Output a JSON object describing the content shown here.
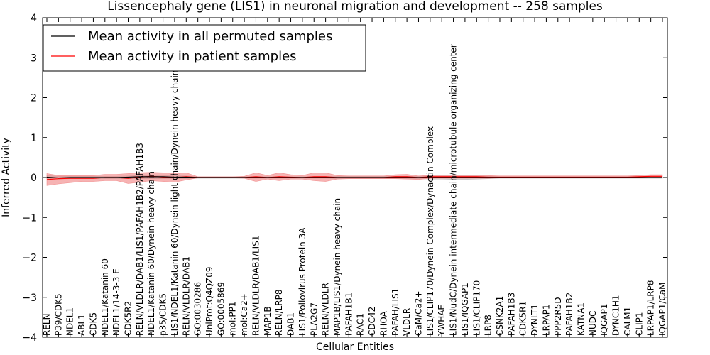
{
  "chart_data": {
    "type": "line",
    "title": "Lissencephaly gene (LIS1) in neuronal migration and development -- 258 samples",
    "xlabel": "Cellular Entities",
    "ylabel": "Inferred Activity",
    "ylim": [
      -4,
      4
    ],
    "yticks": [
      -4,
      -3,
      -2,
      -1,
      0,
      1,
      2,
      3,
      4
    ],
    "ytick_labels": [
      "−4",
      "−3",
      "−2",
      "−1",
      "0",
      "1",
      "2",
      "3",
      "4"
    ],
    "legend_position": "top-left",
    "categories": [
      "RELN",
      "P39/CDK5",
      "NDEL1",
      "ABL1",
      "CDK5",
      "NDEL1/Katanin 60",
      "NDEL1/14-3-3 E",
      "CDK5R2",
      "RELN/VLDLR/DAB1/LIS1/PAFAH1B2/PAFAH1B3",
      "NDEL1/Katanin 60/Dynein heavy chain",
      "p35/CDK5",
      "LIS1/NDEL1/Katanin 60/Dynein light chain/Dynein heavy chain",
      "RELN/VLDLR/DAB1",
      "GO:0030286",
      "UniProt:Q4QZ09",
      "GO:0005869",
      "mol:PP1",
      "mol:Ca2+",
      "RELN/VLDLR/DAB1/LIS1",
      "MAP1B",
      "RELN/LRP8",
      "DAB1",
      "LIS1/Poliovirus Protein 3A",
      "PLA2G7",
      "RELN/VLDLR",
      "MAP1B/LIS1/Dynein heavy chain",
      "PAFAH1B1",
      "RAC1",
      "CDC42",
      "RHOA",
      "PAFAH/LIS1",
      "VLDLR",
      "CaM/Ca2+",
      "LIS1/CLIP170/Dynein Complex/Dynactin Complex",
      "YWHAE",
      "LIS1/NudC/Dynein intermediate chain/microtubule organizing center",
      "LIS1/IQGAP1",
      "LIS1/CLIP170",
      "LRP8",
      "CSNK2A1",
      "PAFAH1B3",
      "CDK5R1",
      "DYNLT1",
      "LRPAP1",
      "PPP2R5D",
      "PAFAH1B2",
      "KATNA1",
      "NUDC",
      "IQGAP1",
      "DYNC1H1",
      "CALM1",
      "CLIP1",
      "LRPAP1/LRP8",
      "IQGAP1/CaM"
    ],
    "series": [
      {
        "name": "Mean activity in all permuted samples",
        "color": "#000000",
        "band_color": "#b3b3b3",
        "values": [
          0.01,
          -0.01,
          0,
          0,
          0,
          0,
          0,
          0.01,
          0.02,
          0.02,
          0.02,
          0.01,
          0.01,
          0,
          0,
          0,
          0,
          0,
          0,
          0,
          0,
          0,
          0,
          0,
          0,
          0,
          0,
          0,
          0,
          0,
          0,
          0,
          0,
          0,
          0,
          0,
          0,
          0,
          0,
          0,
          0,
          0,
          0,
          0,
          0,
          0,
          0,
          0,
          0,
          0,
          0,
          0,
          0,
          0
        ],
        "lower": [
          -0.04,
          -0.04,
          -0.03,
          -0.03,
          -0.03,
          -0.03,
          -0.03,
          -0.03,
          -0.03,
          -0.03,
          -0.03,
          -0.03,
          -0.03,
          -0.02,
          -0.02,
          -0.02,
          -0.02,
          -0.02,
          -0.02,
          -0.02,
          -0.02,
          -0.02,
          -0.02,
          -0.02,
          -0.02,
          -0.03,
          -0.03,
          -0.03,
          -0.03,
          -0.03,
          -0.03,
          -0.03,
          -0.03,
          -0.04,
          -0.04,
          -0.05,
          -0.05,
          -0.04,
          -0.03,
          -0.02,
          -0.02,
          -0.02,
          -0.02,
          -0.02,
          -0.02,
          -0.02,
          -0.02,
          -0.02,
          -0.02,
          -0.02,
          -0.02,
          -0.02,
          -0.02,
          -0.02
        ],
        "upper": [
          0.05,
          0.03,
          0.03,
          0.03,
          0.03,
          0.03,
          0.03,
          0.04,
          0.05,
          0.05,
          0.05,
          0.04,
          0.04,
          0.02,
          0.02,
          0.02,
          0.02,
          0.02,
          0.02,
          0.02,
          0.02,
          0.02,
          0.02,
          0.02,
          0.02,
          0.03,
          0.03,
          0.03,
          0.03,
          0.03,
          0.03,
          0.03,
          0.03,
          0.04,
          0.04,
          0.04,
          0.04,
          0.04,
          0.03,
          0.02,
          0.02,
          0.02,
          0.02,
          0.02,
          0.02,
          0.02,
          0.02,
          0.02,
          0.02,
          0.02,
          0.02,
          0.02,
          0.02,
          0.02
        ]
      },
      {
        "name": "Mean activity in patient samples",
        "color": "#ff0000",
        "band_color": "#f08080",
        "values": [
          -0.05,
          -0.03,
          -0.02,
          -0.02,
          -0.02,
          0,
          0,
          -0.02,
          0.01,
          0.03,
          0.01,
          0,
          0.02,
          0,
          0,
          0,
          0,
          0,
          0.02,
          0,
          0.02,
          0.01,
          0,
          0.02,
          0.02,
          0,
          0,
          0,
          0,
          0,
          0.02,
          0.02,
          0,
          0.02,
          0.02,
          0.02,
          0.02,
          0.02,
          0.01,
          0.01,
          0.01,
          0.01,
          0.01,
          0.01,
          0.01,
          0.01,
          0.01,
          0.01,
          0.01,
          0.01,
          0.01,
          0.02,
          0.03,
          0.03
        ],
        "lower": [
          -0.2,
          -0.16,
          -0.13,
          -0.1,
          -0.1,
          -0.08,
          -0.08,
          -0.15,
          -0.12,
          -0.08,
          -0.1,
          -0.12,
          -0.06,
          -0.01,
          -0.01,
          -0.01,
          -0.01,
          -0.02,
          -0.1,
          -0.04,
          -0.08,
          -0.04,
          -0.04,
          -0.08,
          -0.1,
          -0.04,
          -0.03,
          -0.03,
          -0.03,
          -0.03,
          -0.03,
          -0.04,
          -0.05,
          -0.02,
          -0.02,
          -0.02,
          -0.02,
          -0.02,
          -0.02,
          -0.01,
          -0.01,
          -0.01,
          -0.01,
          -0.01,
          -0.01,
          -0.01,
          -0.01,
          -0.01,
          -0.01,
          -0.01,
          -0.01,
          0,
          0,
          0
        ],
        "upper": [
          0.1,
          0.05,
          0.05,
          0.05,
          0.05,
          0.08,
          0.08,
          0.1,
          0.12,
          0.13,
          0.12,
          0.1,
          0.12,
          0.02,
          0.02,
          0.02,
          0.02,
          0.03,
          0.12,
          0.05,
          0.12,
          0.07,
          0.05,
          0.12,
          0.12,
          0.05,
          0.04,
          0.04,
          0.04,
          0.04,
          0.07,
          0.08,
          0.04,
          0.06,
          0.06,
          0.06,
          0.06,
          0.06,
          0.05,
          0.04,
          0.04,
          0.04,
          0.04,
          0.04,
          0.04,
          0.04,
          0.04,
          0.04,
          0.04,
          0.04,
          0.04,
          0.05,
          0.07,
          0.07
        ]
      }
    ]
  }
}
